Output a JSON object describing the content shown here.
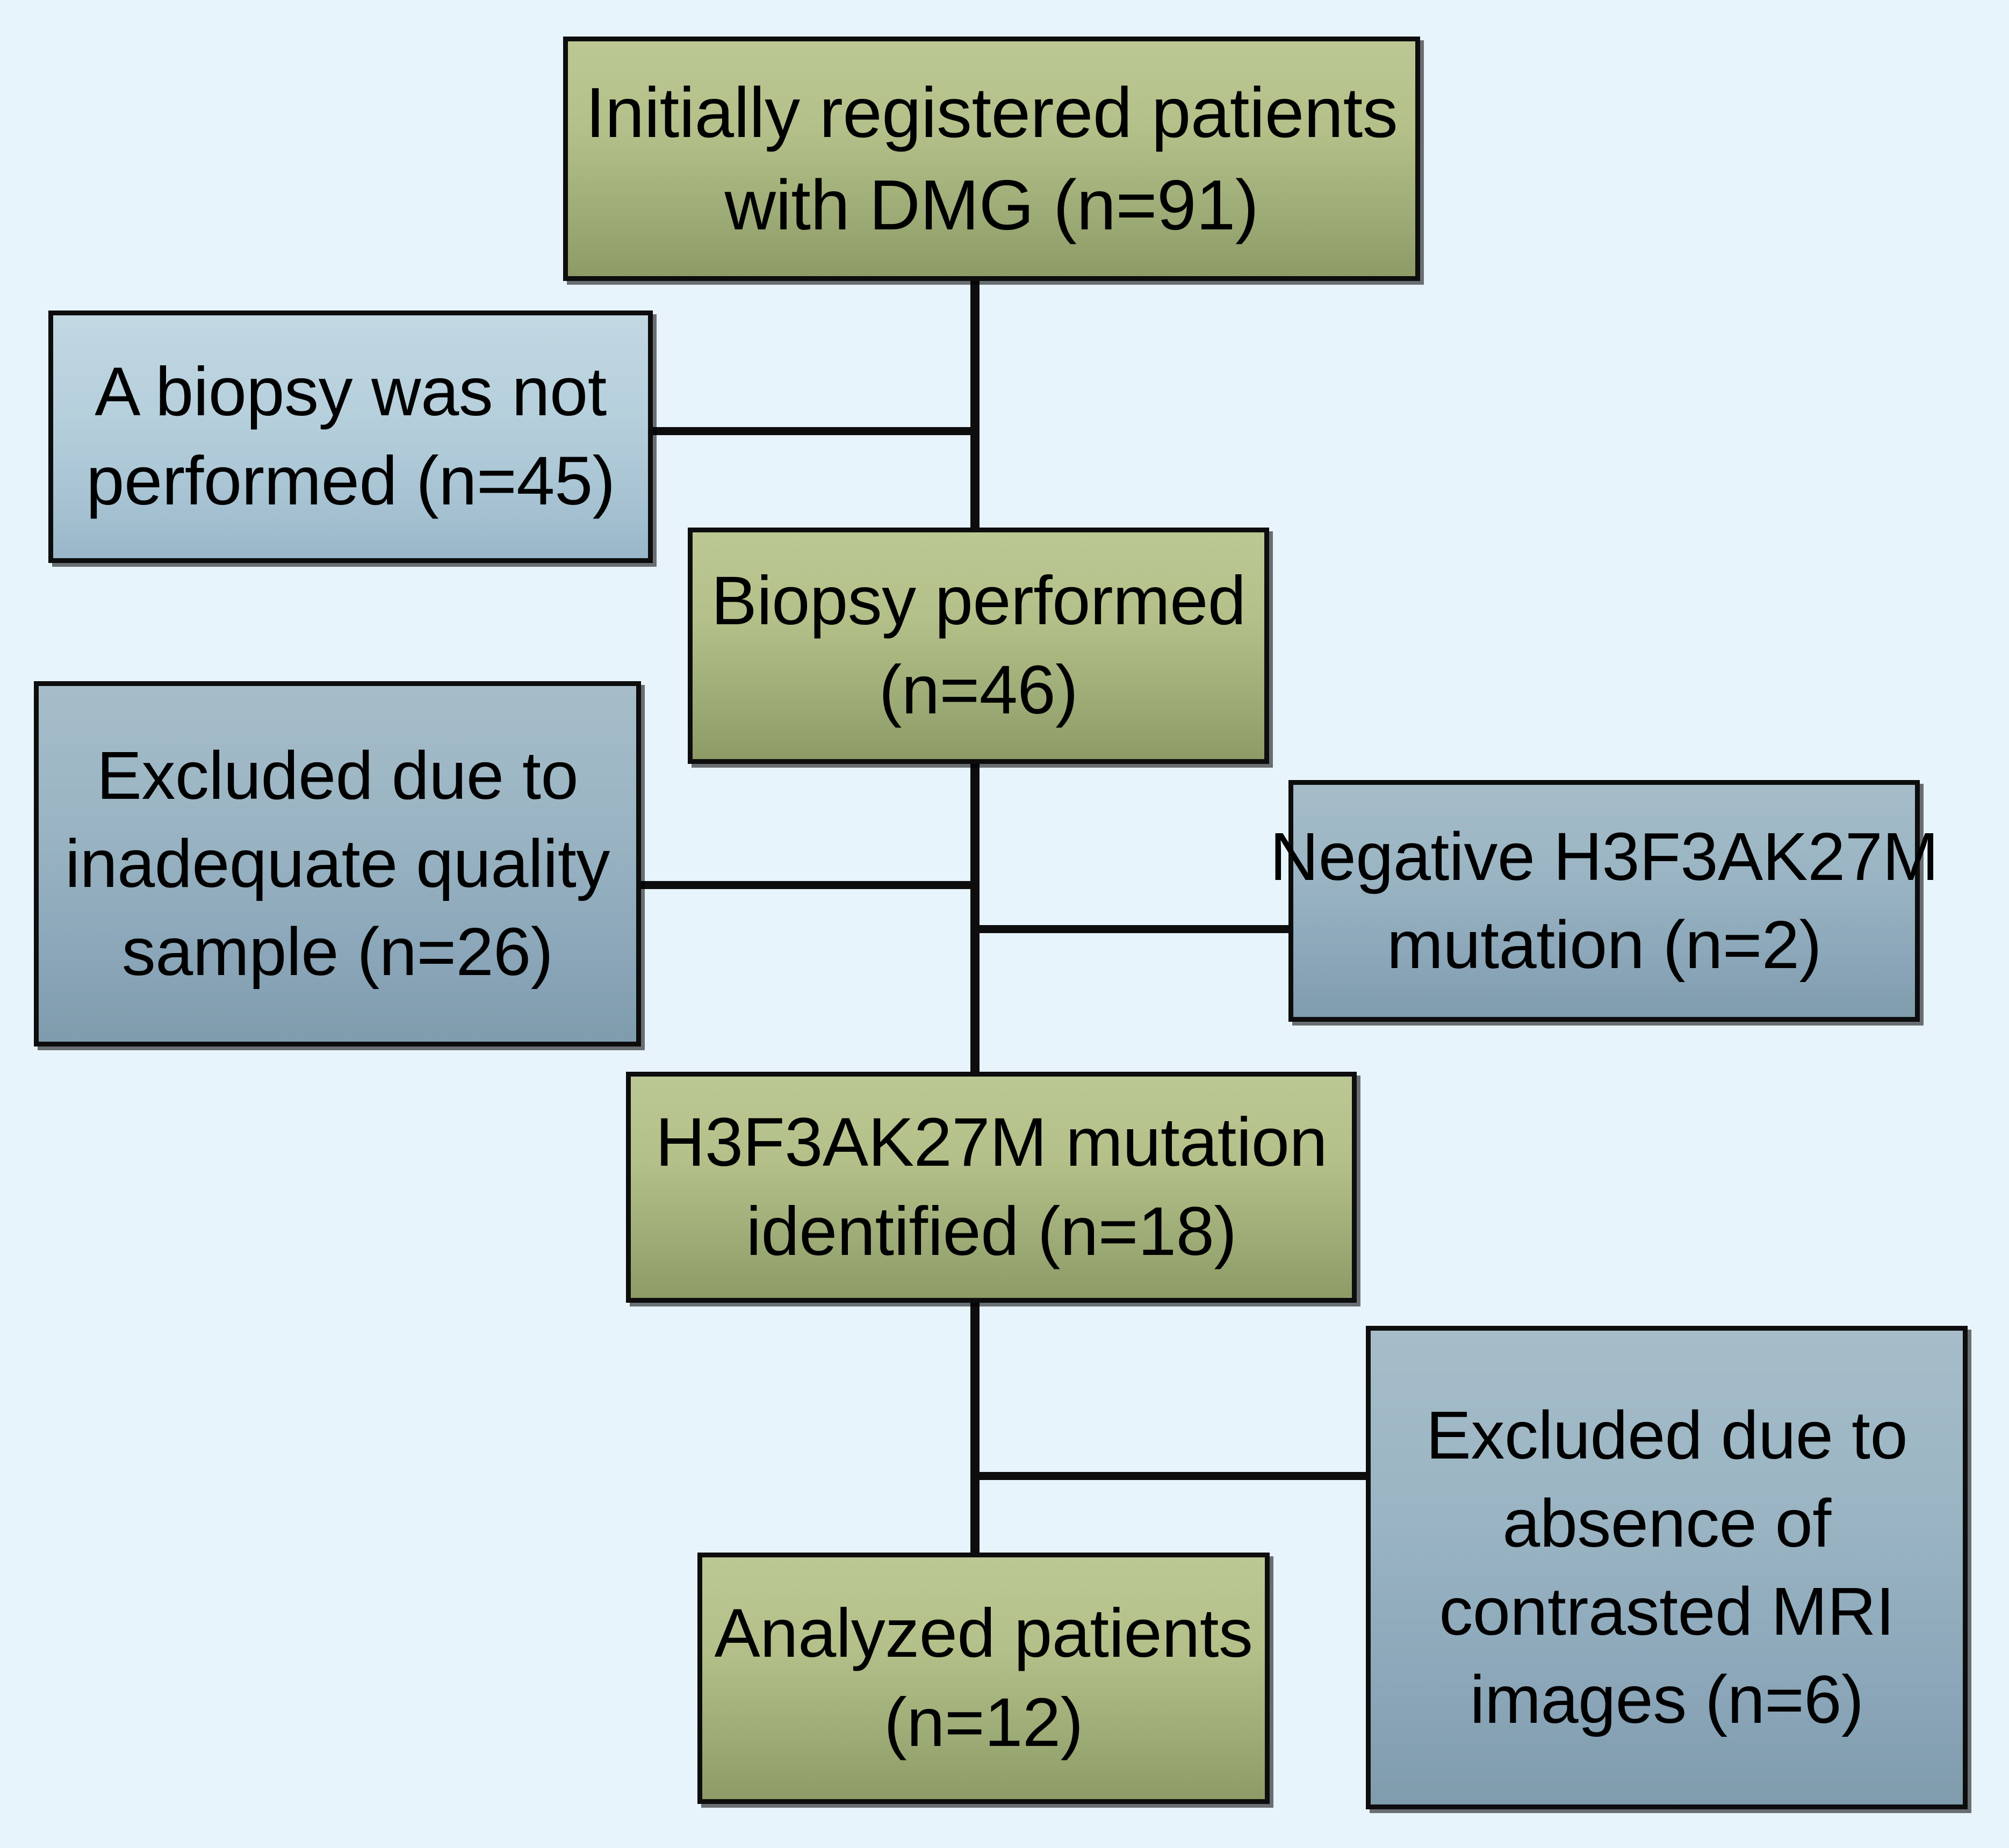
{
  "figure": {
    "type": "flowchart",
    "title": "Patient selection flow diagram for DMG cohort",
    "background_color": "#e8f4fc",
    "border_color": "#0d0d0d",
    "green_node_color": "#b3c089",
    "blue_node_color": "#b6cfdc",
    "blue_node_dark_color": "#8aa6b8"
  },
  "nodes": {
    "initial": {
      "id": "initially-registered-patients",
      "kind": "included",
      "line1": "Initially registered patients",
      "line2": "with DMG (n=91)",
      "label": "Initially registered patients with DMG (n=91)",
      "count": 91
    },
    "no_biopsy": {
      "id": "biopsy-not-performed",
      "kind": "excluded",
      "line1": "A biopsy was not",
      "line2": "performed (n=45)",
      "label": "A biopsy was not performed (n=45)",
      "count": 45
    },
    "biopsy": {
      "id": "biopsy-performed",
      "kind": "included",
      "line1": "Biopsy performed",
      "line2": "(n=46)",
      "label": "Biopsy performed (n=46)",
      "count": 46
    },
    "inadequate": {
      "id": "excluded-inadequate-quality-sample",
      "kind": "excluded",
      "line1": "Excluded due to",
      "line2": "inadequate quality",
      "line3": "sample (n=26)",
      "label": "Excluded due to inadequate quality sample (n=26)",
      "count": 26
    },
    "negative": {
      "id": "negative-h3f3ak27m-mutation",
      "kind": "excluded",
      "line1": "Negative H3F3AK27M",
      "line2": "mutation (n=2)",
      "label": "Negative H3F3AK27M mutation (n=2)",
      "count": 2
    },
    "mutation": {
      "id": "h3f3ak27m-mutation-identified",
      "kind": "included",
      "line1": "H3F3AK27M mutation",
      "line2": "identified (n=18)",
      "label": "H3F3AK27M mutation identified (n=18)",
      "count": 18
    },
    "no_mri": {
      "id": "excluded-absence-contrasted-mri",
      "kind": "excluded",
      "line1": "Excluded due to",
      "line2": "absence of",
      "line3": "contrasted MRI",
      "line4": "images (n=6)",
      "label": "Excluded due to absence of contrasted MRI images (n=6)",
      "count": 6
    },
    "analyzed": {
      "id": "analyzed-patients",
      "kind": "included",
      "line1": "Analyzed patients",
      "line2": "(n=12)",
      "label": "Analyzed patients (n=12)",
      "count": 12
    }
  },
  "edges": [
    {
      "from": "initially-registered-patients",
      "to": "biopsy-not-performed",
      "direction": "left"
    },
    {
      "from": "initially-registered-patients",
      "to": "biopsy-performed",
      "direction": "down"
    },
    {
      "from": "biopsy-performed",
      "to": "excluded-inadequate-quality-sample",
      "direction": "left"
    },
    {
      "from": "biopsy-performed",
      "to": "negative-h3f3ak27m-mutation",
      "direction": "right"
    },
    {
      "from": "biopsy-performed",
      "to": "h3f3ak27m-mutation-identified",
      "direction": "down"
    },
    {
      "from": "h3f3ak27m-mutation-identified",
      "to": "excluded-absence-contrasted-mri",
      "direction": "right"
    },
    {
      "from": "h3f3ak27m-mutation-identified",
      "to": "analyzed-patients",
      "direction": "down"
    }
  ]
}
